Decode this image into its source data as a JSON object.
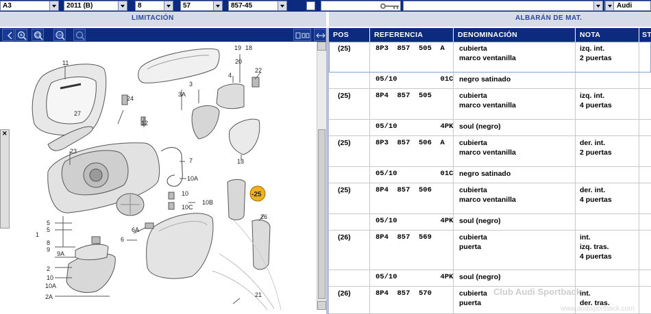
{
  "filters": {
    "model": "A3",
    "year": "2011 (B)",
    "main_group": "8",
    "sub_group": "57",
    "illustration": "857-45",
    "catalog": "Audi"
  },
  "sections": {
    "left": "LIMITACIÓN",
    "right": "ALBARÁN DE MAT."
  },
  "diagram_tools": [
    {
      "name": "zoom-out-icon"
    },
    {
      "name": "zoom-in-icon"
    },
    {
      "name": "zoom-area-icon"
    },
    {
      "name": "zoom-100-icon"
    },
    {
      "name": "zoom-search-icon"
    }
  ],
  "diagram_callouts": [
    "11",
    "27",
    "19",
    "18",
    "20",
    "4",
    "22",
    "24",
    "3",
    "3A",
    "23",
    "12",
    "13",
    "7",
    "10A",
    "10",
    "10B",
    "10C",
    "25",
    "5",
    "5",
    "6A",
    "6",
    "1",
    "8",
    "9",
    "9A",
    "2",
    "10",
    "10A",
    "2A",
    "26",
    "21"
  ],
  "highlighted_callout": "25",
  "table": {
    "columns": [
      "POS",
      "REFERENCIA",
      "DENOMINACIÓN",
      "NOTA",
      "ST"
    ],
    "rows": [
      {
        "pos": "(25)",
        "ref": "8P3  857  505  A",
        "denom": [
          "cubierta",
          "marco ventanilla"
        ],
        "nota": [
          "izq. int.",
          "2 puertas"
        ]
      },
      {
        "pos": "",
        "ref": "05/10          01C",
        "denom": [
          "negro satinado"
        ],
        "nota": []
      },
      {
        "pos": "(25)",
        "ref": "8P4  857  505",
        "denom": [
          "cubierta",
          "marco ventanilla"
        ],
        "nota": [
          "izq. int.",
          "4 puertas"
        ]
      },
      {
        "pos": "",
        "ref": "05/10          4PK",
        "denom": [
          "soul (negro)"
        ],
        "nota": []
      },
      {
        "pos": "(25)",
        "ref": "8P3  857  506  A",
        "denom": [
          "cubierta",
          "marco ventanilla"
        ],
        "nota": [
          "der. int.",
          "2 puertas"
        ]
      },
      {
        "pos": "",
        "ref": "05/10          01C",
        "denom": [
          "negro satinado"
        ],
        "nota": []
      },
      {
        "pos": "(25)",
        "ref": "8P4  857  506",
        "denom": [
          "cubierta",
          "marco ventanilla"
        ],
        "nota": [
          "der. int.",
          "4 puertas"
        ]
      },
      {
        "pos": "",
        "ref": "05/10          4PK",
        "denom": [
          "soul (negro)"
        ],
        "nota": []
      },
      {
        "pos": "(26)",
        "ref": "8P4  857  569",
        "denom": [
          "cubierta",
          "puerta"
        ],
        "nota": [
          "int.",
          "izq. tras.",
          "4 puertas"
        ]
      },
      {
        "pos": "",
        "ref": "05/10          4PK",
        "denom": [
          "soul (negro)"
        ],
        "nota": []
      },
      {
        "pos": "(26)",
        "ref": "8P4  857  570",
        "denom": [
          "cubierta",
          "puerta"
        ],
        "nota": [
          "int.",
          "der. tras."
        ]
      }
    ]
  },
  "watermark": "Club Audi Sportback",
  "watermark_url": "www.audisportback.com"
}
